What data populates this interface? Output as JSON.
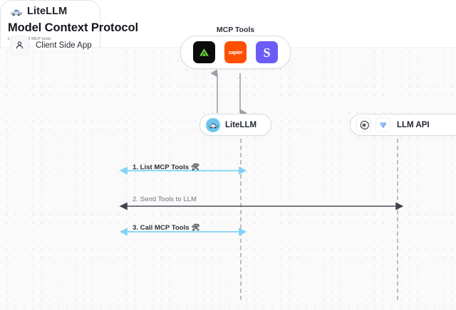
{
  "header": {
    "brand": "LiteLLM",
    "brand_icon": "litellm-truck-icon",
    "title": "Model Context Protocol",
    "subtitle": "List and call MCP tools"
  },
  "diagram": {
    "mcp_group": {
      "label": "MCP Tools",
      "tools": [
        {
          "name": "linear-tool-icon",
          "glyph": "",
          "accent": "#0b0b0d"
        },
        {
          "name": "zapier-tool-icon",
          "glyph": "zapier",
          "accent": "#ff4f00"
        },
        {
          "name": "slack-tool-icon",
          "glyph": "S",
          "accent": "#6b5cf6"
        }
      ]
    },
    "nodes": [
      {
        "name": "litellm-node",
        "label": "LiteLLM",
        "icon": "litellm-avatar-icon"
      },
      {
        "name": "llm-api-node",
        "label": "LLM API",
        "icons": [
          "openai-icon",
          "anthropic-icon"
        ]
      },
      {
        "name": "client-side-app-node",
        "label": "Client Side App",
        "icon": "user-icon"
      }
    ],
    "messages": [
      {
        "step": "1.",
        "text": "1. List MCP Tools",
        "emoji": "🛠",
        "color": "#7fd3f5",
        "direction": "bidirectional"
      },
      {
        "step": "2.",
        "text": "2. Send Tools to LLM",
        "emoji": "",
        "color": "#4a4f57",
        "direction": "bidirectional"
      },
      {
        "step": "3.",
        "text": "3. Call MCP Tools",
        "emoji": "🛠",
        "color": "#7fd3f5",
        "direction": "bidirectional"
      }
    ],
    "colors": {
      "canvas_bg": "#fafafa",
      "dot_grid": "#e6e6e8",
      "node_border": "#d9dce1",
      "lifeline": "#b9bdc4",
      "accent_blue": "#7fd3f5",
      "accent_dark": "#4a4f57"
    }
  }
}
